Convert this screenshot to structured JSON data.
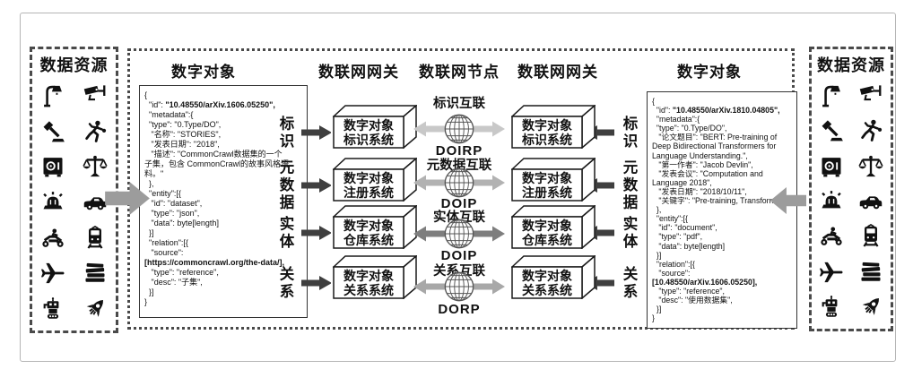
{
  "colors": {
    "dark_arrow": "#3f3f3f",
    "big_arrow": "#9c9c9c",
    "link_row_1": "#c8c8c8",
    "link_row_2": "#b2b2b2",
    "link_row_3": "#7e7e7e",
    "link_row_4": "#a8a8a8"
  },
  "left_resource_panel": {
    "title": "数据资源",
    "icons": [
      "street-lamp",
      "cctv-camera",
      "gavel",
      "runner",
      "safe",
      "scales",
      "siren",
      "car",
      "motorcycle",
      "train",
      "airplane",
      "books",
      "robot",
      "rocket"
    ]
  },
  "right_resource_panel": {
    "title": "数据资源",
    "icons": [
      "street-lamp",
      "cctv-camera",
      "gavel",
      "runner",
      "safe",
      "scales",
      "siren",
      "car",
      "motorcycle",
      "train",
      "airplane",
      "books",
      "robot",
      "rocket"
    ]
  },
  "left_digital_object": {
    "title": "数字对象",
    "aspect_labels": [
      "标识",
      "元数据",
      "实体",
      "关系"
    ],
    "code": [
      [
        [
          "{",
          0
        ]
      ],
      [
        [
          "  \"id\": ",
          0
        ],
        [
          "\"10.48550/arXiv.1606.05250\",",
          1
        ]
      ],
      [
        [
          "  \"metadata\":{",
          0
        ]
      ],
      [
        [
          "  \"type\": \"0.Type/DO\",",
          0
        ]
      ],
      [
        [
          "   \"名称\": \"STORIES\",",
          0
        ]
      ],
      [
        [
          "   \"发表日期\": \"2018\",",
          0
        ]
      ],
      [
        [
          "   \"描述\": \"CommonCrawl数据集的一个",
          0
        ]
      ],
      [
        [
          "子集，包含 CommonCrawl的故事风格语",
          0
        ]
      ],
      [
        [
          "料。\"",
          0
        ]
      ],
      [
        [
          "  },",
          0
        ]
      ],
      [
        [
          "  \"entity\":[{",
          0
        ]
      ],
      [
        [
          "   \"id\": \"dataset\",",
          0
        ]
      ],
      [
        [
          "   \"type\": \"json\",",
          0
        ]
      ],
      [
        [
          "   \"data\": byte[length]",
          0
        ]
      ],
      [
        [
          "  }]",
          0
        ]
      ],
      [
        [
          "  \"relation\":[{",
          0
        ]
      ],
      [
        [
          "   \"source\":",
          0
        ]
      ],
      [
        [
          "[https://commoncrawl.org/the-data/],",
          1
        ]
      ],
      [
        [
          "   \"type\": \"reference\",",
          0
        ]
      ],
      [
        [
          "   \"desc\": \"子集\",",
          0
        ]
      ],
      [
        [
          "  }]",
          0
        ]
      ],
      [
        [
          "}",
          0
        ]
      ]
    ]
  },
  "right_digital_object": {
    "title": "数字对象",
    "aspect_labels": [
      "标识",
      "元数据",
      "实体",
      "关系"
    ],
    "code": [
      [
        [
          "{",
          0
        ]
      ],
      [
        [
          "  \"id\": ",
          0
        ],
        [
          "\"10.48550/arXiv.1810.04805\",",
          1
        ]
      ],
      [
        [
          "  \"metadata\":{",
          0
        ]
      ],
      [
        [
          "  \"type\": \"0.Type/DO\",",
          0
        ]
      ],
      [
        [
          "   \"论文题目\": \"BERT: Pre-training of",
          0
        ]
      ],
      [
        [
          "Deep Bidirectional Transformers for",
          0
        ]
      ],
      [
        [
          "Language Understanding.\",",
          0
        ]
      ],
      [
        [
          "   \"第一作者\": \"Jacob Devlin\",",
          0
        ]
      ],
      [
        [
          "   \"发表会议\": \"Computation and",
          0
        ]
      ],
      [
        [
          "Language 2018\",",
          0
        ]
      ],
      [
        [
          "   \"发表日期\": \"2018/10/11\",",
          0
        ]
      ],
      [
        [
          "   \"关键字\": \"Pre-training, Transformer\"",
          0
        ]
      ],
      [
        [
          "  },",
          0
        ]
      ],
      [
        [
          "  \"entity\":[{",
          0
        ]
      ],
      [
        [
          "   \"id\": \"document\",",
          0
        ]
      ],
      [
        [
          "   \"type\": \"pdf\",",
          0
        ]
      ],
      [
        [
          "   \"data\": byte[length]",
          0
        ]
      ],
      [
        [
          "  }]",
          0
        ]
      ],
      [
        [
          "  \"relation\":[{",
          0
        ]
      ],
      [
        [
          "   \"source\":",
          0
        ]
      ],
      [
        [
          "[10.48550/arXiv.1606.05250],",
          1
        ]
      ],
      [
        [
          "   \"type\": \"reference\",",
          0
        ]
      ],
      [
        [
          "   \"desc\": \"使用数据集\",",
          0
        ]
      ],
      [
        [
          "  }]",
          0
        ]
      ],
      [
        [
          "}",
          0
        ]
      ]
    ]
  },
  "gateway_left": {
    "title": "数联网网关",
    "systems": [
      {
        "l1": "数字对象",
        "l2": "标识系统"
      },
      {
        "l1": "数字对象",
        "l2": "注册系统"
      },
      {
        "l1": "数字对象",
        "l2": "仓库系统"
      },
      {
        "l1": "数字对象",
        "l2": "关系系统"
      }
    ]
  },
  "gateway_right": {
    "title": "数联网网关",
    "systems": [
      {
        "l1": "数字对象",
        "l2": "标识系统"
      },
      {
        "l1": "数字对象",
        "l2": "注册系统"
      },
      {
        "l1": "数字对象",
        "l2": "仓库系统"
      },
      {
        "l1": "数字对象",
        "l2": "关系系统"
      }
    ]
  },
  "node": {
    "title": "数联网节点",
    "links": [
      {
        "label": "标识互联",
        "protocol": "DOIRP",
        "arrow_color": "#c8c8c8"
      },
      {
        "label": "元数据互联",
        "protocol": "DOIP",
        "arrow_color": "#b2b2b2"
      },
      {
        "label": "实体互联",
        "protocol": "DOIP",
        "arrow_color": "#7e7e7e"
      },
      {
        "label": "关系互联",
        "protocol": "DORP",
        "arrow_color": "#a8a8a8"
      }
    ]
  }
}
